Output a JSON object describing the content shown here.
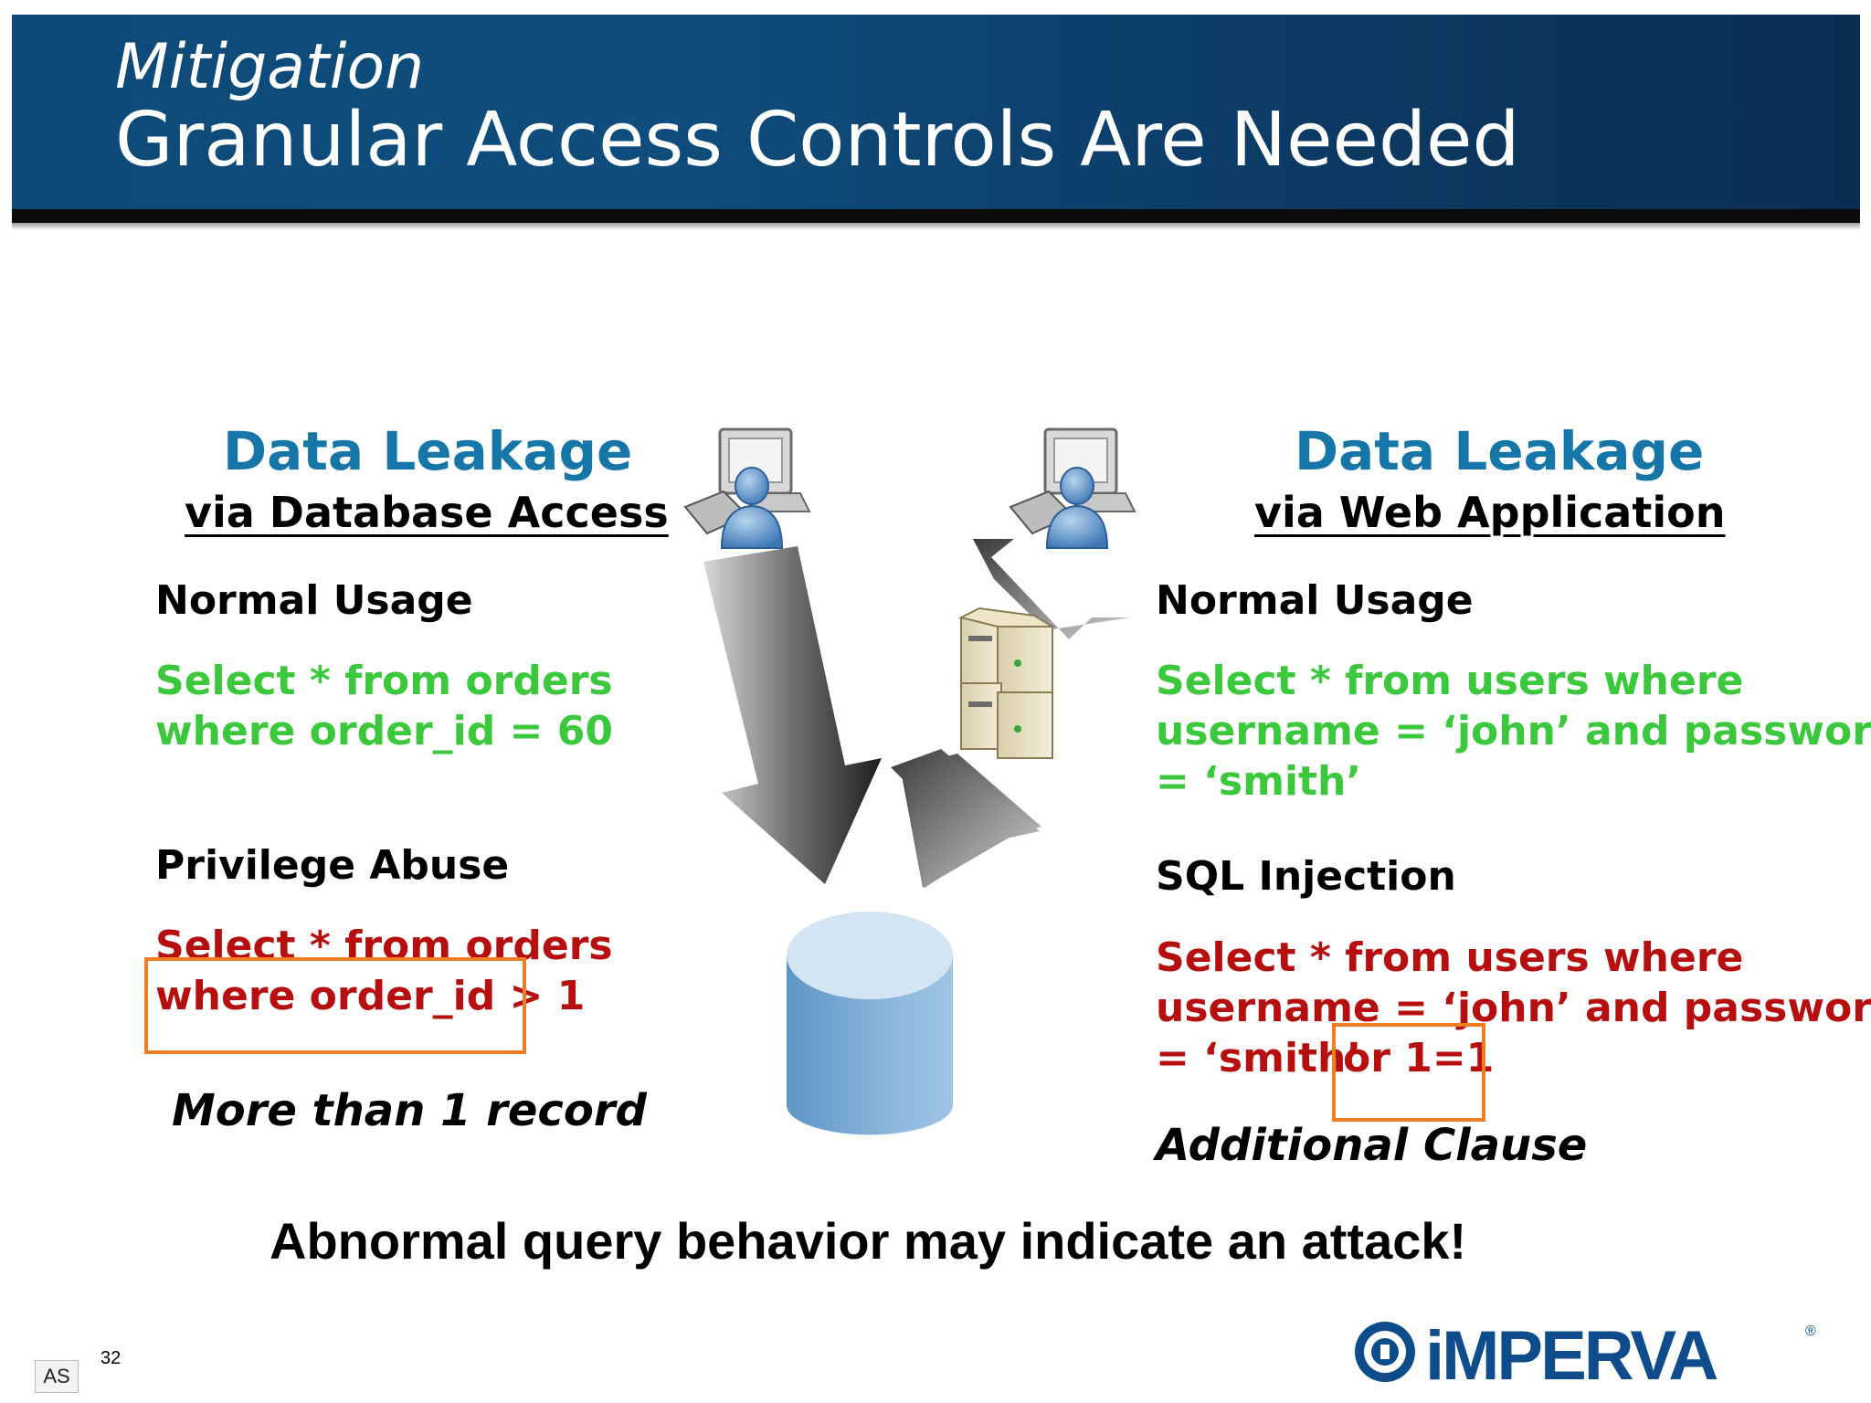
{
  "slide": {
    "subtitle": "Mitigation",
    "title": "Granular Access Controls Are Needed",
    "page_number": "32",
    "corner_tag": "AS",
    "footer": "Abnormal query behavior may indicate an attack!"
  },
  "left": {
    "heading": "Data Leakage",
    "subheading": "via Database Access",
    "normal_label": "Normal Usage",
    "normal_query": [
      "Select * from orders",
      "where order_id = 60"
    ],
    "abuse_label": "Privilege Abuse",
    "abuse_query": [
      "Select * from orders",
      "where order_id > 1"
    ],
    "abuse_note": "More than 1 record"
  },
  "right": {
    "heading": "Data Leakage",
    "subheading": "via Web Application",
    "normal_label": "Normal Usage",
    "normal_query": [
      "Select * from users where",
      "username = ‘john’ and password",
      "= ‘smith’"
    ],
    "injection_label": "SQL Injection",
    "injection_query": [
      "Select * from users where",
      "username = ‘john’ and password",
      "= ‘smith’"
    ],
    "injection_extra": "or 1=1",
    "injection_note": "Additional Clause"
  },
  "logo": {
    "text": "iMPERVA",
    "mark": "®"
  },
  "colors": {
    "header": "#0d4a78",
    "heading_blue": "#1776a8",
    "normal_green": "#3cc83c",
    "attack_red": "#b5100f",
    "highlight_orange": "#ee7d24",
    "logo_blue": "#0e4c8c"
  },
  "icons": [
    "user-workstation-icon",
    "web-server-icon",
    "database-icon",
    "arrow-icon"
  ]
}
